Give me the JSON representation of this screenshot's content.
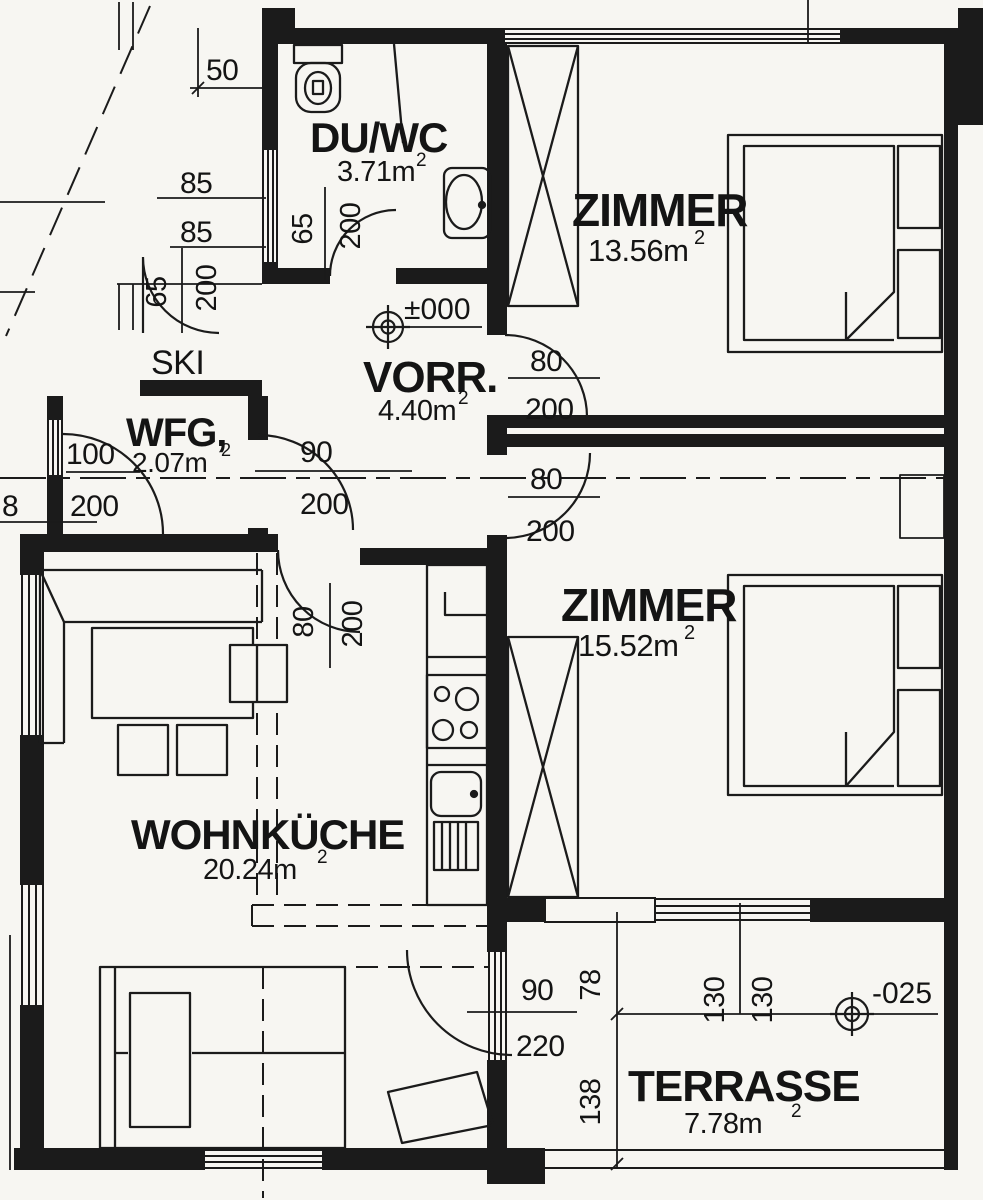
{
  "rooms": {
    "duwc": {
      "name": "DU/WC",
      "area_base": "3.71m",
      "area_exp": "2"
    },
    "zimmer1": {
      "name": "ZIMMER",
      "area_base": "13.56m",
      "area_exp": "2"
    },
    "zimmer2": {
      "name": "ZIMMER",
      "area_base": "15.52m",
      "area_exp": "2"
    },
    "vorr": {
      "name": "VORR.",
      "area_base": "4.40m",
      "area_exp": "2"
    },
    "wfg": {
      "name": "WFG,",
      "area_base": "2.07m",
      "area_exp": "2"
    },
    "ski": {
      "name": "SKI"
    },
    "wohnkueche": {
      "name": "WOHNKÜCHE",
      "area_base": "20.24m",
      "area_exp": "2"
    },
    "terrasse": {
      "name": "TERRASSE",
      "area_base": "7.78m",
      "area_exp": "2"
    }
  },
  "levels": {
    "vorr": "±000",
    "terrasse": "-025"
  },
  "dims": {
    "top_width": "50",
    "left_win1": "85",
    "left_win2": "85",
    "ski_door_w": "65",
    "ski_door_h": "200",
    "duwc_door_w": "65",
    "duwc_door_h": "200",
    "wfg_door_w": "100",
    "wfg_door_h": "200",
    "left_edge": "8",
    "vorr_door_w": "90",
    "vorr_door_h": "200",
    "z1_door_w": "80",
    "z1_door_h": "200",
    "z2_door_w": "80",
    "z2_door_h": "200",
    "wk_door_w": "80",
    "wk_door_h": "200",
    "terr_door_w": "90",
    "terr_door_h": "220",
    "terr_seg1": "78",
    "terr_seg2": "138",
    "terr_win1": "130",
    "terr_win2": "130"
  },
  "colors": {
    "ink": "#1b1b1b",
    "paper": "#f7f6f2"
  }
}
